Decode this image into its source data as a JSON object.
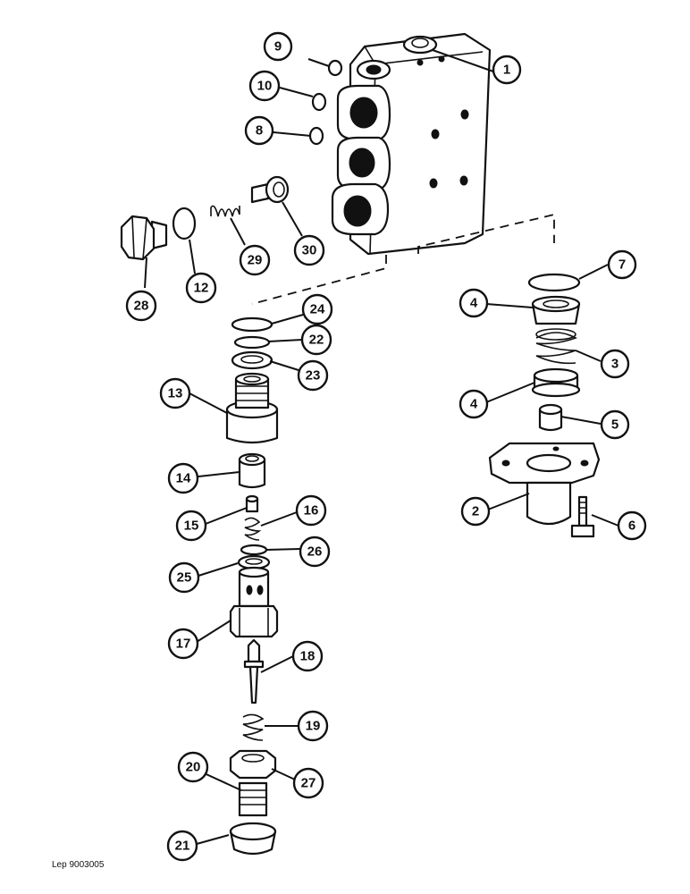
{
  "callouts": [
    {
      "id": "c1",
      "label": "1"
    },
    {
      "id": "c2",
      "label": "2"
    },
    {
      "id": "c3",
      "label": "3"
    },
    {
      "id": "c4a",
      "label": "4"
    },
    {
      "id": "c4b",
      "label": "4"
    },
    {
      "id": "c5",
      "label": "5"
    },
    {
      "id": "c6",
      "label": "6"
    },
    {
      "id": "c7",
      "label": "7"
    },
    {
      "id": "c8",
      "label": "8"
    },
    {
      "id": "c9",
      "label": "9"
    },
    {
      "id": "c10",
      "label": "10"
    },
    {
      "id": "c12",
      "label": "12"
    },
    {
      "id": "c13",
      "label": "13"
    },
    {
      "id": "c14",
      "label": "14"
    },
    {
      "id": "c15",
      "label": "15"
    },
    {
      "id": "c16",
      "label": "16"
    },
    {
      "id": "c17",
      "label": "17"
    },
    {
      "id": "c18",
      "label": "18"
    },
    {
      "id": "c19",
      "label": "19"
    },
    {
      "id": "c20",
      "label": "20"
    },
    {
      "id": "c21",
      "label": "21"
    },
    {
      "id": "c22",
      "label": "22"
    },
    {
      "id": "c23",
      "label": "23"
    },
    {
      "id": "c24",
      "label": "24"
    },
    {
      "id": "c25",
      "label": "25"
    },
    {
      "id": "c26",
      "label": "26"
    },
    {
      "id": "c27",
      "label": "27"
    },
    {
      "id": "c28",
      "label": "28"
    },
    {
      "id": "c29",
      "label": "29"
    },
    {
      "id": "c30",
      "label": "30"
    }
  ],
  "reference_code": "Lep 9003005"
}
